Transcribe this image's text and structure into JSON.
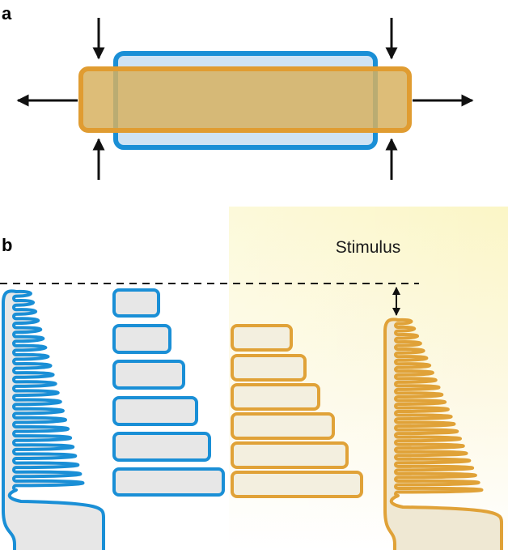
{
  "panels": {
    "a": {
      "label": "a"
    },
    "b": {
      "label": "b",
      "stimulus_label": "Stimulus"
    }
  },
  "colors": {
    "blue": "#1a8fd6",
    "blue_fill": "#cfe3f4",
    "orange": "#e0a238",
    "orange_fill": "#d9b25c",
    "disk_fill": "#e7e7e7",
    "stimulus_bg": "#fbf6c4",
    "arrow": "#111111"
  }
}
